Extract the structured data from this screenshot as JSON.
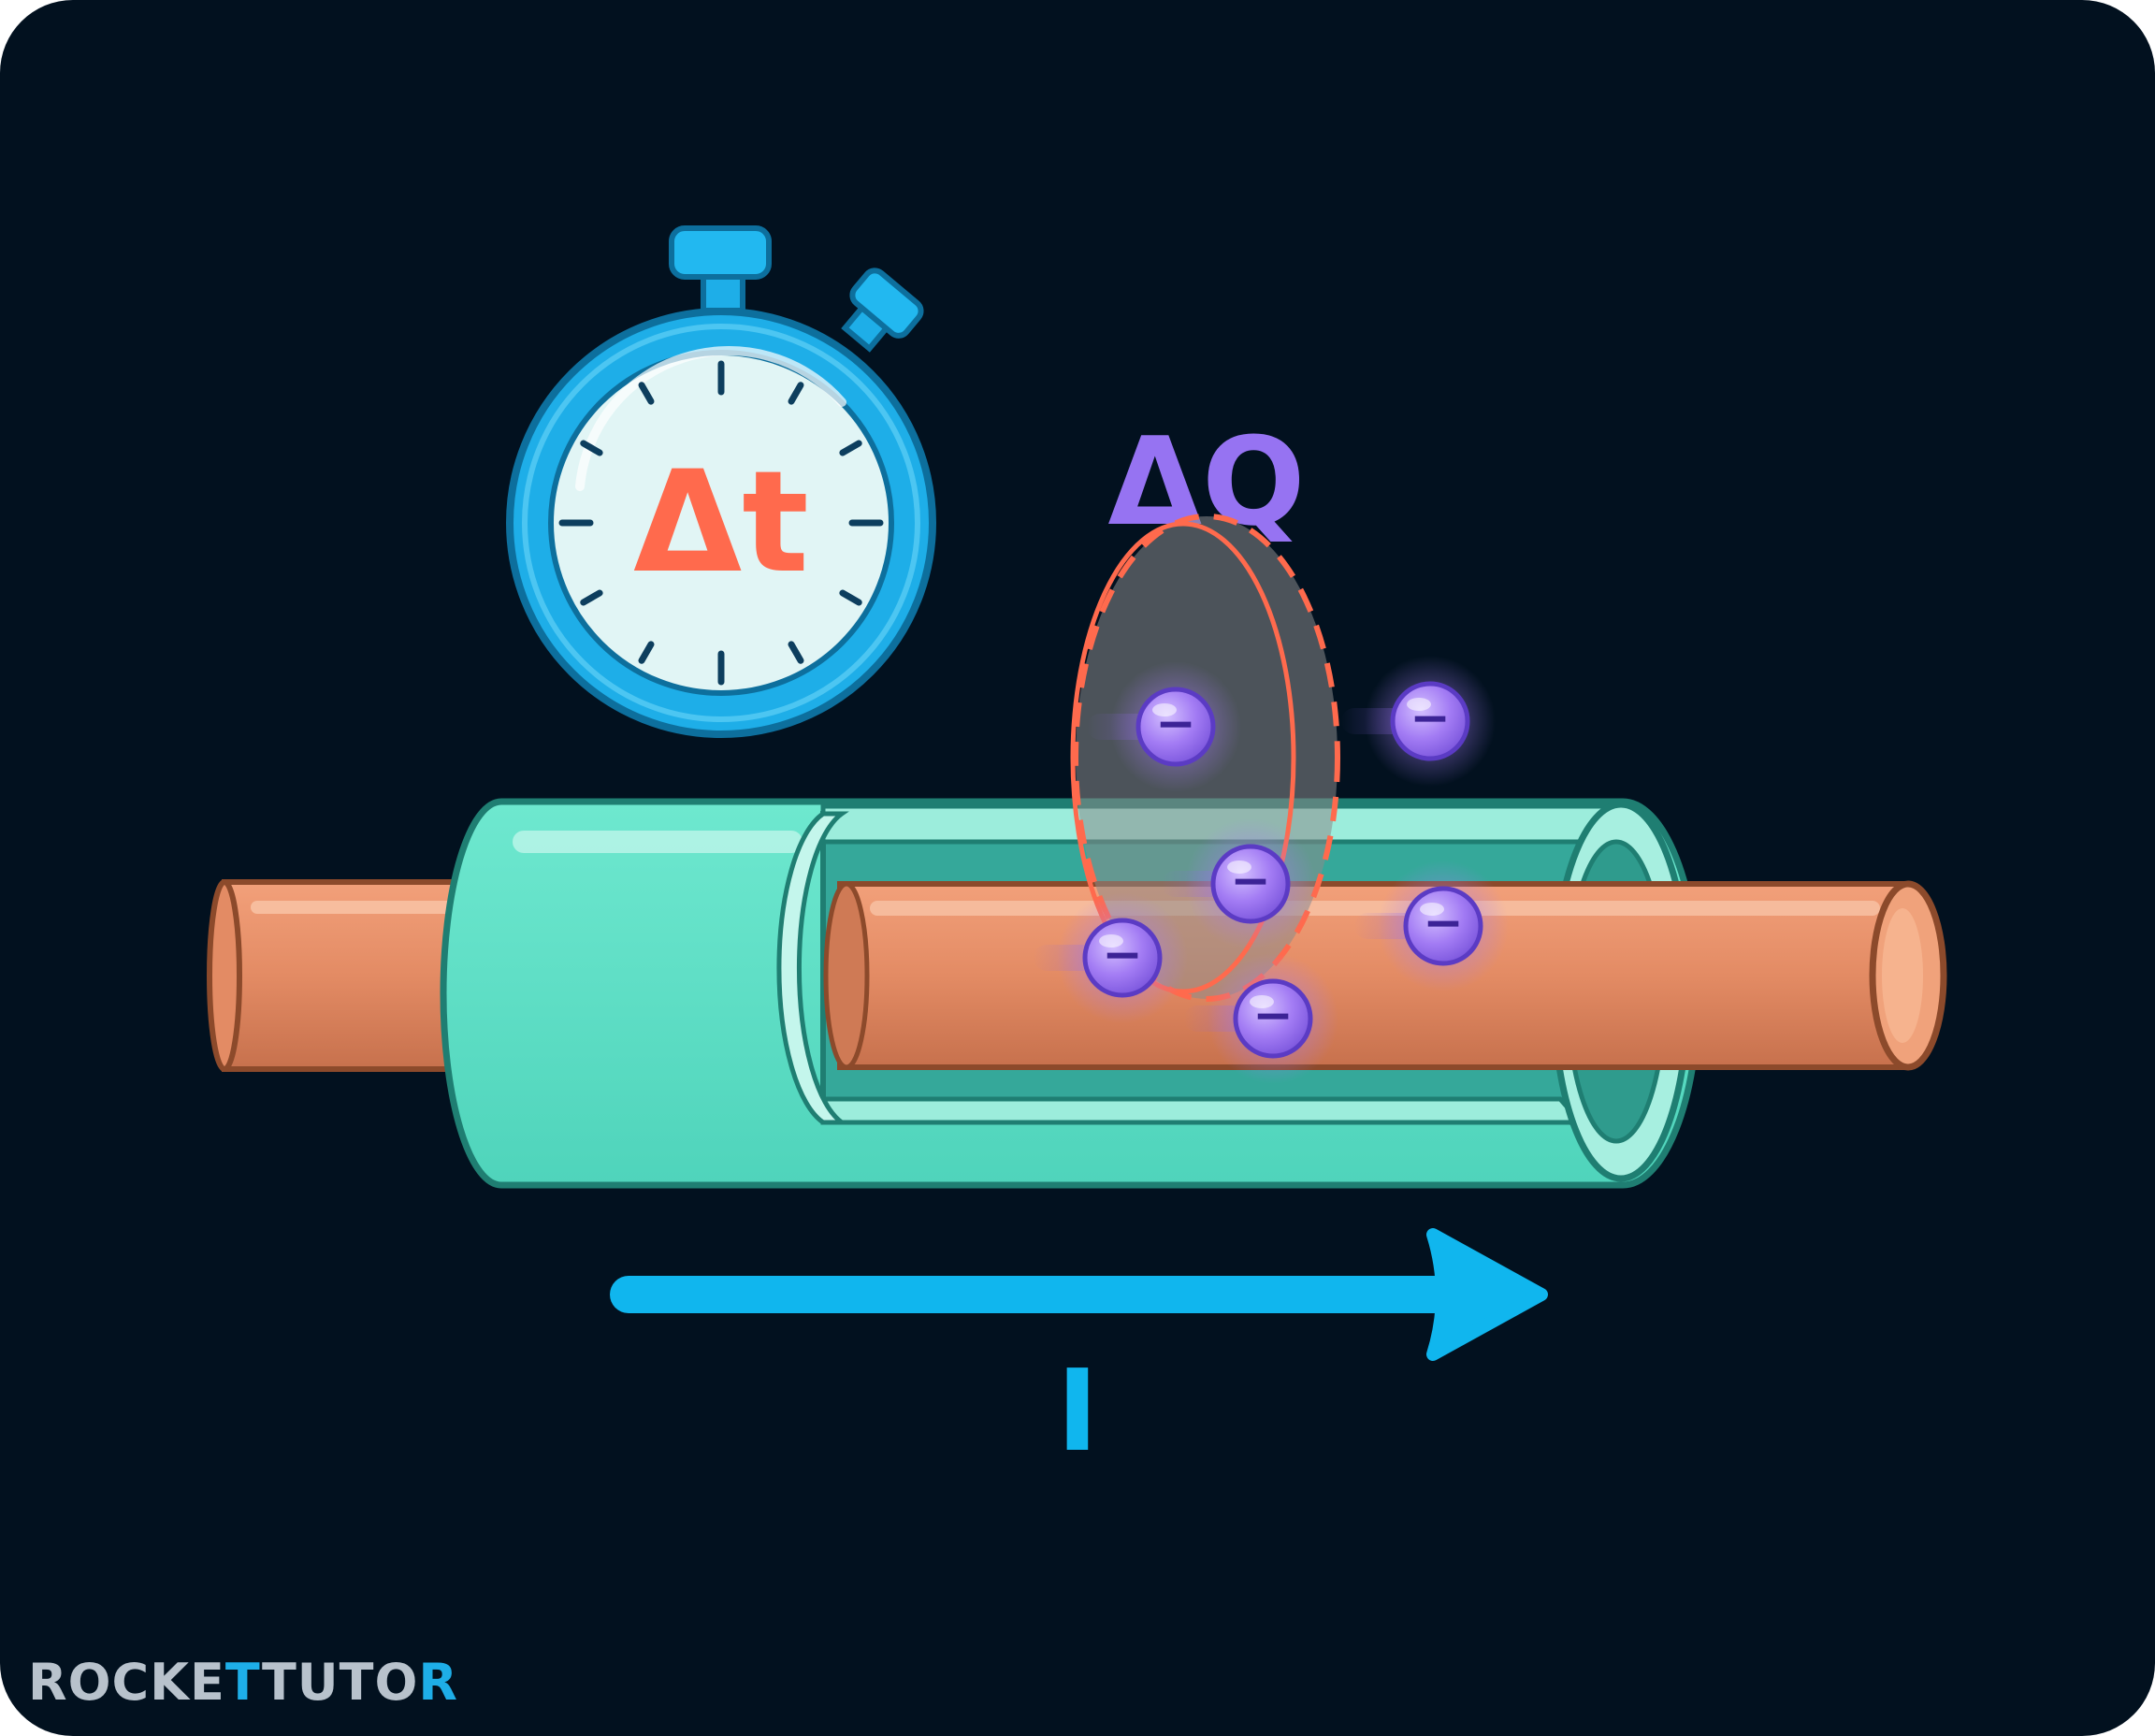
{
  "labels": {
    "time": "Δt",
    "charge": "ΔQ",
    "current": "I"
  },
  "electron_symbol": "−",
  "brand": {
    "part1": "ROCKE",
    "part2": "T",
    "part3": "TUTO",
    "part4": "R"
  },
  "icons": [
    "stopwatch-icon",
    "wire-icon",
    "electron-icon",
    "arrow-right-icon"
  ],
  "colors": {
    "background": "#02111f",
    "stopwatch": "#1eaee8",
    "time_label": "#ff6a4d",
    "charge_label": "#9673f2",
    "copper": "#e38b64",
    "insulation": "#5fe0c6",
    "current_arrow": "#10b6ee",
    "cross_section": "#ff6a4d",
    "electron": "#a77ef5"
  }
}
